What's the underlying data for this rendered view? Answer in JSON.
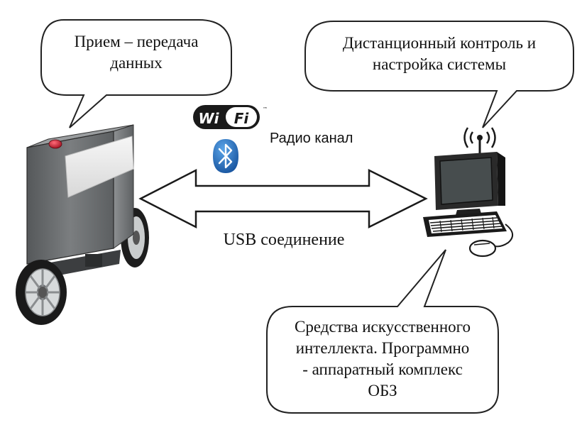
{
  "bubbles": {
    "data_exchange": {
      "line1": "Прием – передача",
      "line2": "данных"
    },
    "remote_control": {
      "line1": "Дистанционный контроль и",
      "line2": "настройка системы"
    },
    "ai_tools": {
      "line1": "Средства искусственного",
      "line2": "интеллекта. Программно",
      "line3": "- аппаратный комплекс",
      "line4": "ОБЗ"
    }
  },
  "labels": {
    "radio_channel": "Радио канал",
    "usb_connection": "USB соединение"
  },
  "wifi_logo": {
    "left": "Wi",
    "right": "Fi",
    "trademark": "™"
  },
  "icons": [
    "robot-icon",
    "computer-icon",
    "wifi-logo-icon",
    "bluetooth-icon",
    "double-arrow-icon",
    "antenna-icon",
    "mouse-icon",
    "keyboard-icon"
  ],
  "colors": {
    "robot_body": "#6b6e70",
    "robot_button": "#c0182a",
    "bluetooth": "#1c6fbf",
    "screen": "#474d4e",
    "outline": "#222222"
  }
}
